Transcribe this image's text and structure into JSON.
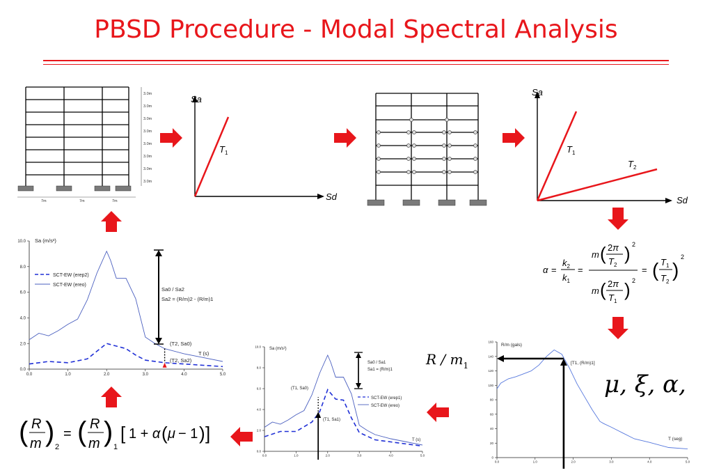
{
  "slide": {
    "title": "PBSD Procedure -  Modal Spectral Analysis",
    "accent": "#e8161b"
  },
  "frame1": {
    "story_labels": [
      "3.0m",
      "3.0m",
      "3.0m",
      "3.0m",
      "3.0m",
      "3.0m",
      "3.0m",
      "3.0m"
    ],
    "bay_labels": [
      "7m",
      "7m",
      "7m"
    ]
  },
  "spectrum1": {
    "y_label": "Sa",
    "x_label": "Sd",
    "line_label": "T",
    "line_sub": "1"
  },
  "spectrum2": {
    "y_label": "Sa",
    "x_label": "Sd",
    "t1_label": "T",
    "t1_sub": "1",
    "t2_label": "T",
    "t2_sub": "2"
  },
  "formula_alpha": {
    "text": "α = k2/k1 = m(2π/T2)² / m(2π/T1)² = (T1/T2)²"
  },
  "formula_r": {
    "text": "(R/m)2 = (R/m)1 [1 + α(μ − 1)]"
  },
  "params": {
    "text": "μ, ξ, α,"
  },
  "r_over_m": {
    "text": "R / m",
    "sub": "1"
  },
  "chart_data": [
    {
      "type": "line",
      "title": "",
      "ylabel": "Sa (m/s²)",
      "xlabel": "T (s)",
      "xlim": [
        0,
        5
      ],
      "ylim": [
        0,
        10
      ],
      "x_ticks": [
        "0.0",
        "1.0",
        "2.0",
        "3.0",
        "4.0",
        "5.0"
      ],
      "y_ticks": [
        "0.0",
        "2.0",
        "4.0",
        "6.0",
        "8.0",
        "10.0"
      ],
      "legend": "top-left",
      "series": [
        {
          "name": "SCT-EW (ereo)",
          "style": "solid",
          "color": "#4a5fbf",
          "x": [
            0,
            0.25,
            0.5,
            0.75,
            1.0,
            1.25,
            1.5,
            1.75,
            2.0,
            2.1,
            2.25,
            2.5,
            2.75,
            3.0,
            3.25,
            3.5,
            4.0,
            4.5,
            5.0
          ],
          "y": [
            2.3,
            2.8,
            2.6,
            3.0,
            3.5,
            3.9,
            5.4,
            7.5,
            9.2,
            8.5,
            7.1,
            7.1,
            5.5,
            2.5,
            2.0,
            1.6,
            1.2,
            0.9,
            0.6
          ]
        },
        {
          "name": "SCT-EW (erep2)",
          "style": "dashed",
          "color": "#1f2fd6",
          "x": [
            0,
            0.5,
            1.0,
            1.5,
            1.75,
            2.0,
            2.25,
            2.5,
            2.75,
            3.0,
            3.5,
            4.0,
            4.5,
            5.0
          ],
          "y": [
            0.4,
            0.6,
            0.5,
            0.8,
            1.4,
            2.0,
            1.8,
            1.6,
            1.1,
            0.7,
            0.5,
            0.4,
            0.3,
            0.2
          ]
        }
      ],
      "annotations": [
        "Sa0 / Sa2",
        "Sa2 = (R/m)2 - (R/m)1",
        "(T2, Sa0)",
        "(T2, Sa2)"
      ]
    },
    {
      "type": "line",
      "title": "",
      "ylabel": "Sa (m/s²)",
      "xlabel": "T (s)",
      "xlim": [
        0,
        5
      ],
      "ylim": [
        0,
        10
      ],
      "x_ticks": [
        "0.0",
        "1.0",
        "2.0",
        "3.0",
        "4.0",
        "5.0"
      ],
      "y_ticks": [
        "0.0",
        "2.0",
        "4.0",
        "6.0",
        "8.0",
        "10.0"
      ],
      "legend": "right",
      "series": [
        {
          "name": "SCT-EW (erep1)",
          "style": "dashed",
          "color": "#1f2fd6",
          "x": [
            0,
            0.5,
            1.0,
            1.5,
            1.75,
            2.0,
            2.25,
            2.5,
            2.75,
            3.0,
            3.5,
            4.0,
            4.5,
            5.0
          ],
          "y": [
            1.4,
            1.9,
            1.9,
            2.8,
            3.8,
            5.9,
            5.0,
            4.9,
            3.2,
            1.8,
            1.1,
            0.9,
            0.7,
            0.5
          ]
        },
        {
          "name": "SCT-EW (ereo)",
          "style": "solid",
          "color": "#4a5fbf",
          "x": [
            0,
            0.25,
            0.5,
            0.75,
            1.0,
            1.25,
            1.5,
            1.75,
            2.0,
            2.1,
            2.25,
            2.5,
            2.75,
            3.0,
            3.25,
            3.5,
            4.0,
            4.5,
            5.0
          ],
          "y": [
            2.3,
            2.8,
            2.6,
            3.0,
            3.5,
            3.9,
            5.4,
            7.5,
            9.2,
            8.5,
            7.1,
            7.1,
            5.5,
            2.5,
            2.0,
            1.6,
            1.2,
            0.9,
            0.6
          ]
        }
      ],
      "annotations": [
        "Sa0 / Sa1",
        "Sa1 = (R/m)1",
        "(T1, Sa0)",
        "(T1, Sa1)"
      ]
    },
    {
      "type": "line",
      "title": "",
      "ylabel": "R/m (gals)",
      "xlabel": "T (seg)",
      "xlim": [
        0,
        5
      ],
      "ylim": [
        0,
        160
      ],
      "x_ticks": [
        "0.0",
        "1.0",
        "2.0",
        "3.0",
        "4.0",
        "5.0"
      ],
      "y_ticks": [
        "0",
        "20",
        "40",
        "60",
        "80",
        "100",
        "120",
        "140",
        "160"
      ],
      "series": [
        {
          "name": "",
          "style": "solid",
          "color": "#5577dd",
          "x": [
            0,
            0.1,
            0.3,
            0.5,
            0.7,
            0.9,
            1.1,
            1.3,
            1.5,
            1.7,
            1.9,
            2.1,
            2.3,
            2.5,
            2.7,
            2.8,
            3.0,
            3.3,
            3.6,
            4.0,
            4.5,
            5.0
          ],
          "y": [
            95,
            103,
            109,
            112,
            116,
            120,
            128,
            140,
            149,
            143,
            124,
            102,
            84,
            66,
            50,
            47,
            42,
            34,
            26,
            21,
            14,
            12
          ]
        }
      ],
      "annotations": [
        "[T1, (R/m)1]"
      ]
    }
  ]
}
